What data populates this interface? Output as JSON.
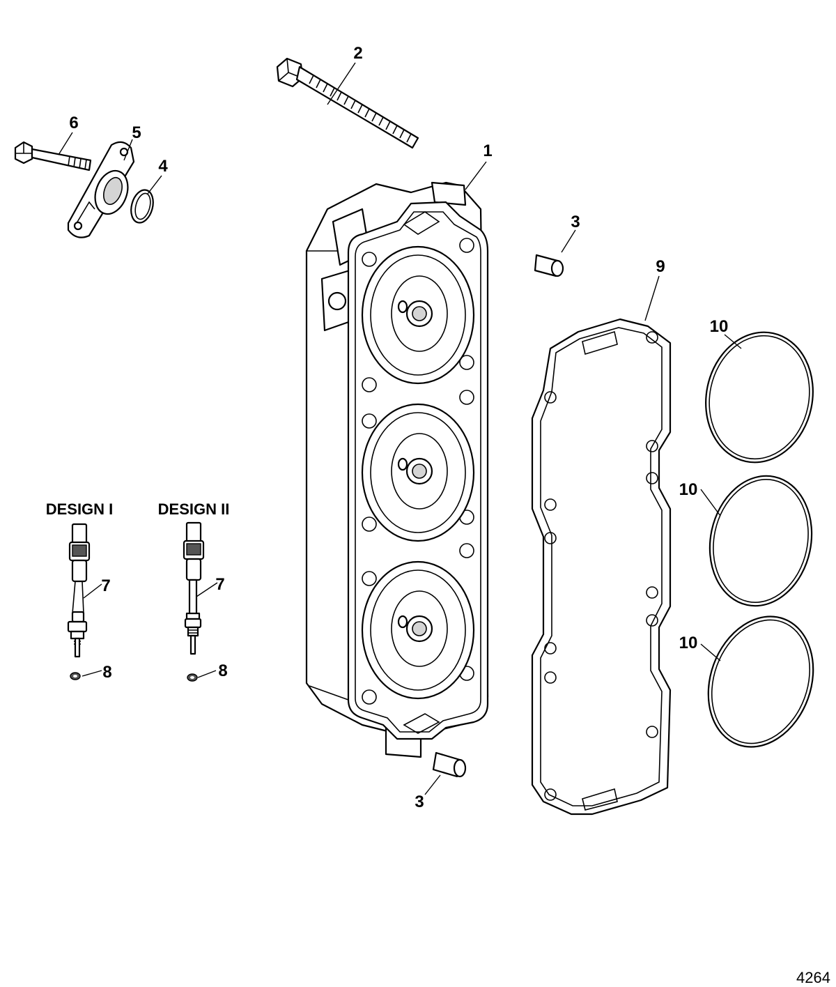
{
  "labels": {
    "callout_1": "1",
    "callout_2": "2",
    "callout_3_top": "3",
    "callout_3_bottom": "3",
    "callout_4": "4",
    "callout_5": "5",
    "callout_6": "6",
    "callout_7_design1": "7",
    "callout_7_design2": "7",
    "callout_8_design1": "8",
    "callout_8_design2": "8",
    "callout_9": "9",
    "callout_10_top": "10",
    "callout_10_middle": "10",
    "callout_10_bottom": "10",
    "design_1": "DESIGN I",
    "design_2": "DESIGN II",
    "figure_number": "4264"
  }
}
